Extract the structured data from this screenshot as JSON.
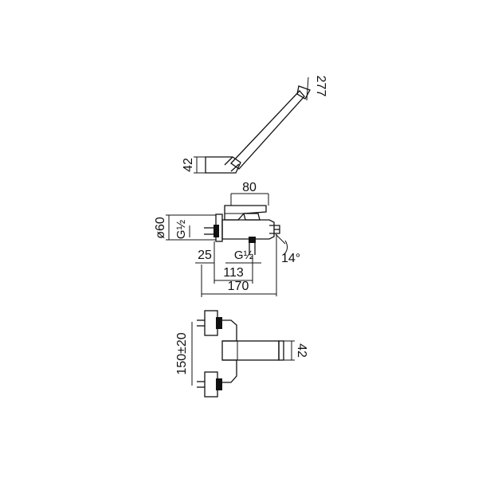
{
  "hand_shower": {
    "length_label": "277",
    "handle_height_label": "42"
  },
  "side_view": {
    "width_label": "80",
    "diameter_label": "ø60",
    "thread_left_label": "G½",
    "thread_bottom_label": "G½",
    "wall_offset_label": "25",
    "spout_outlet_label": "113",
    "total_depth_label": "170",
    "spout_angle_label": "14°"
  },
  "front_view": {
    "centers_label": "150±20",
    "body_height_label": "42"
  }
}
